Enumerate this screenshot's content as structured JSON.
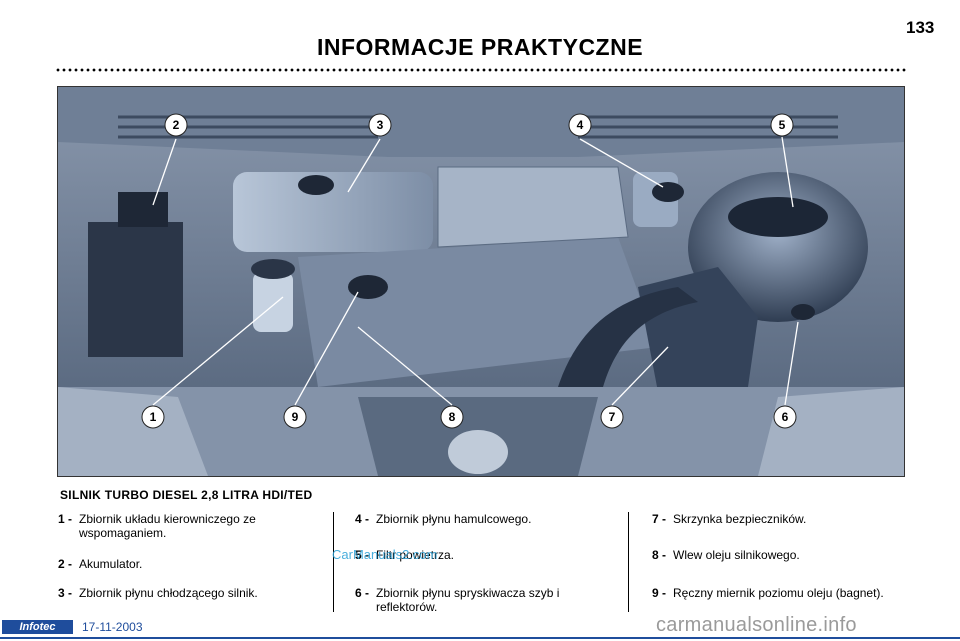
{
  "page": {
    "number": "133",
    "title": "INFORMACJE PRAKTYCZNE"
  },
  "figure": {
    "callouts": [
      "1",
      "2",
      "3",
      "4",
      "5",
      "6",
      "7",
      "8",
      "9"
    ]
  },
  "caption": "SILNIK TURBO DIESEL 2,8 LITRA HDI/TED",
  "legend": {
    "column1": [
      {
        "num": "1 -",
        "text": "Zbiornik układu kierowniczego ze wspomaganiem."
      },
      {
        "num": "2 -",
        "text": "Akumulator."
      },
      {
        "num": "3 -",
        "text": "Zbiornik płynu chłodzącego silnik."
      }
    ],
    "column2": [
      {
        "num": "4 -",
        "text": "Zbiornik płynu hamulcowego."
      },
      {
        "num": "5 -",
        "text": "Filtr powietrza."
      },
      {
        "num": "6 -",
        "text": "Zbiornik płynu spryskiwacza szyb i reflektorów."
      }
    ],
    "column3": [
      {
        "num": "7 -",
        "text": "Skrzynka bezpieczników."
      },
      {
        "num": "8 -",
        "text": "Wlew oleju silnikowego."
      },
      {
        "num": "9 -",
        "text": "Ręczny miernik poziomu oleju (bagnet)."
      }
    ]
  },
  "watermarks": {
    "carmanuals": "CarManuals2.com",
    "site": "carmanualsonline.info"
  },
  "footer": {
    "logo": "Infotec",
    "date": "17-11-2003"
  },
  "colors": {
    "engine_blue": "#5c6d84",
    "accent": "#1f4d9c"
  }
}
